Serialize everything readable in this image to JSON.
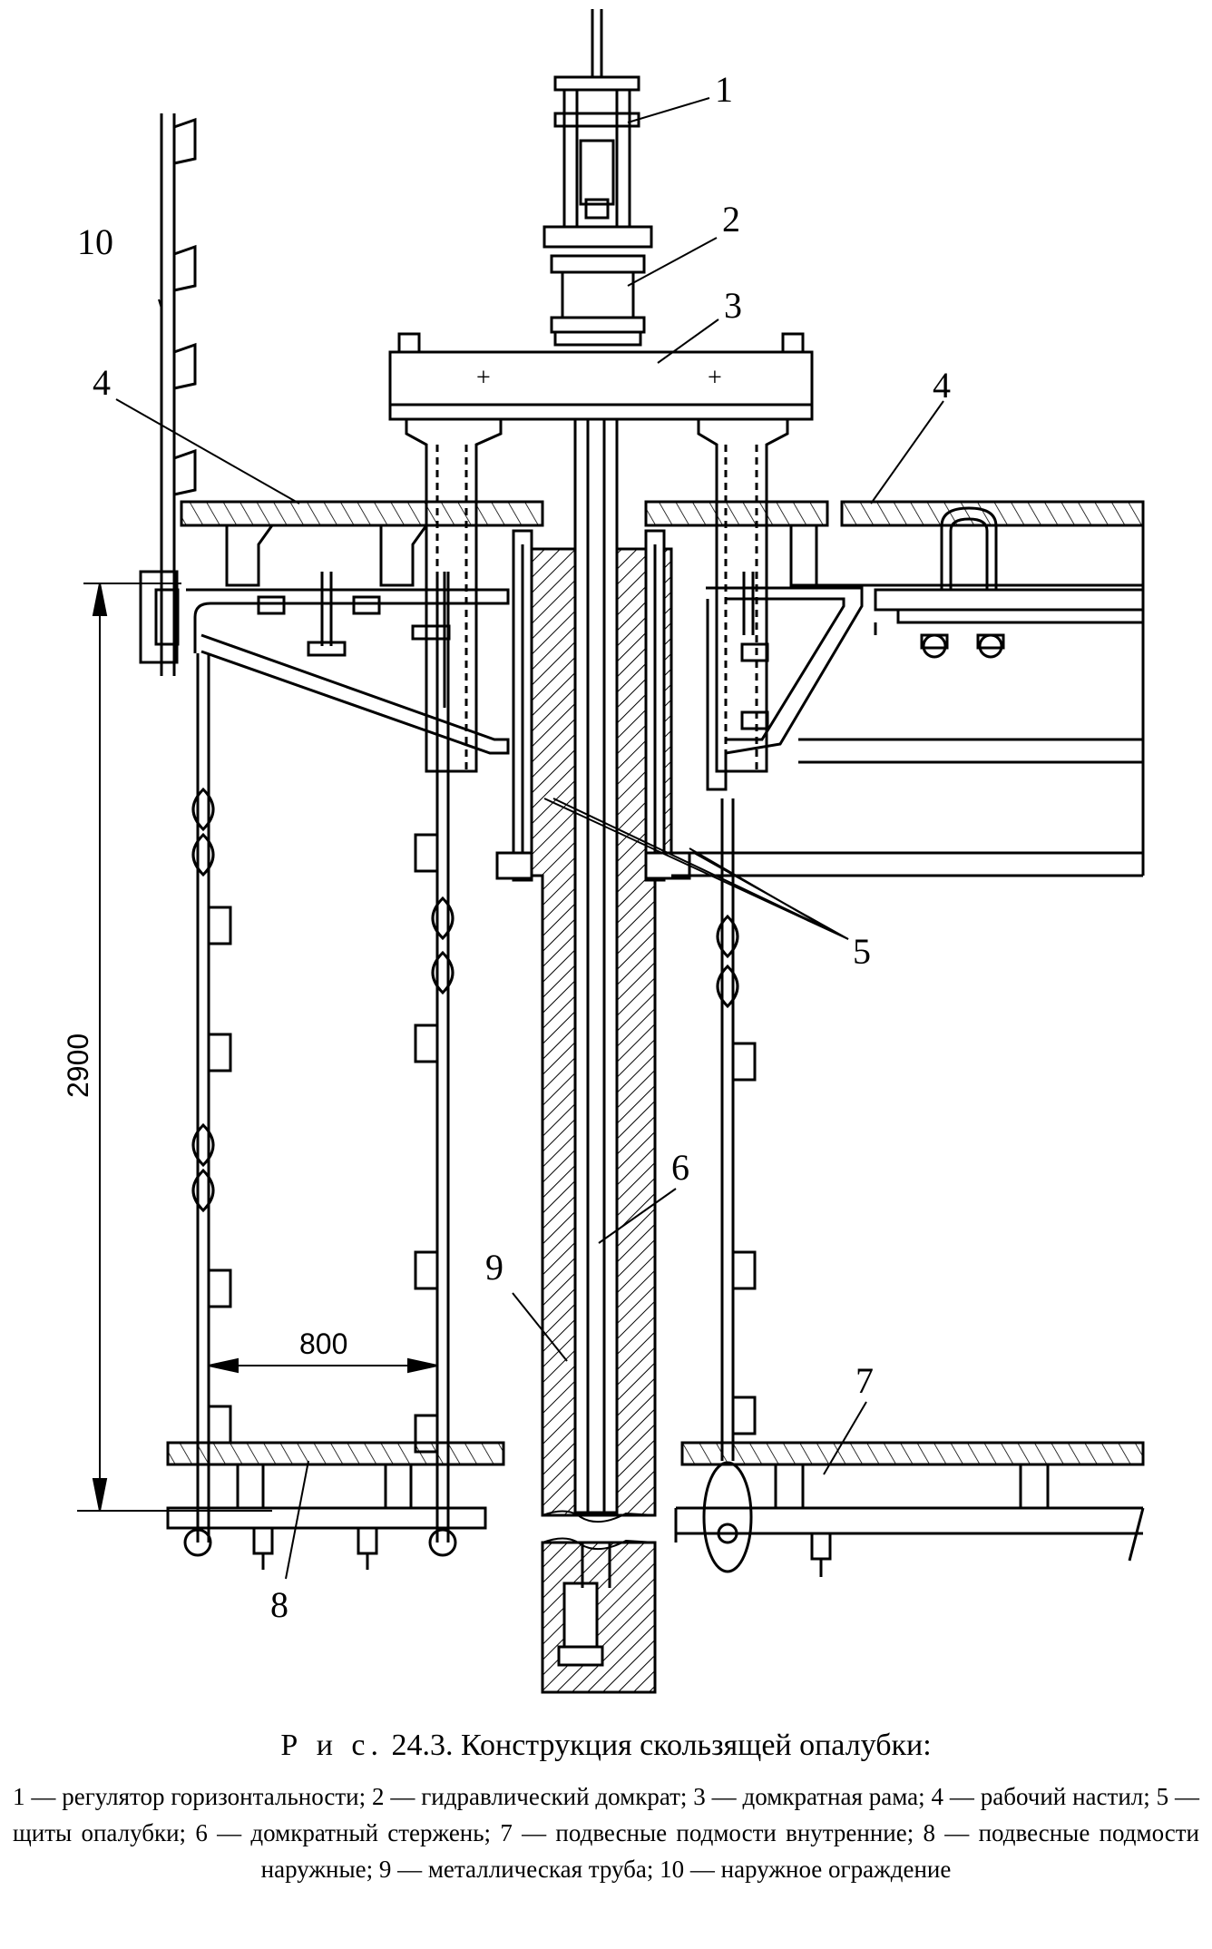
{
  "figure": {
    "labels": {
      "l1": "1",
      "l2": "2",
      "l3": "3",
      "l4a": "4",
      "l4b": "4",
      "l5": "5",
      "l6": "6",
      "l7": "7",
      "l8": "8",
      "l9": "9",
      "l10": "10"
    },
    "dimensions": {
      "height": "2900",
      "width": "800"
    }
  },
  "caption": {
    "prefix": "Р и с.",
    "number": "24.3.",
    "title": "Конструкция скользящей опалубки:"
  },
  "legend": "1 — регулятор горизонтальности; 2 — гидравлический домкрат; 3 — домкратная рама; 4 — рабочий настил; 5 — щиты опалубки; 6 — домкратный стержень; 7 — подвесные подмости внутренние; 8 — подвесные подмости наружные; 9 — металлическая труба; 10 — наружное ограждение"
}
